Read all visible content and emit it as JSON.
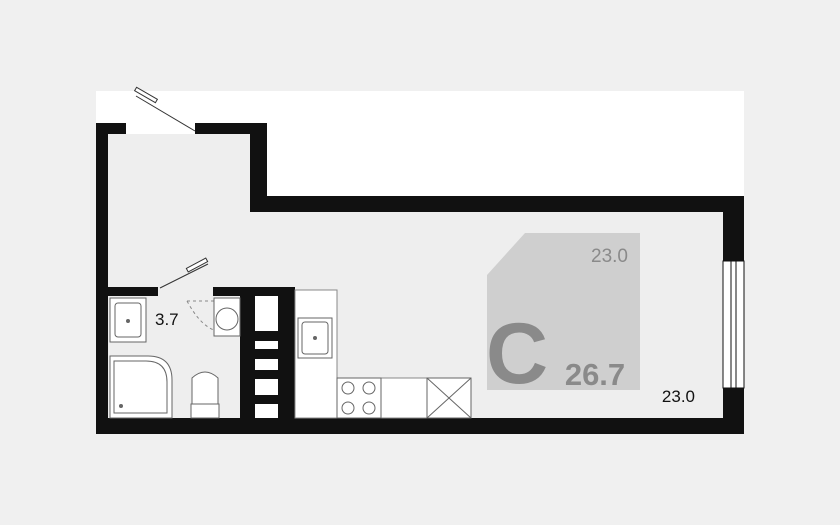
{
  "plan": {
    "type_letter": "С",
    "total_area": "26.7",
    "living_area": "23.0",
    "room_area": "23.0",
    "bathroom_area": "3.7"
  },
  "colors": {
    "background": "#f0f0f0",
    "canvas": "#ffffff",
    "floor": "#eeeeee",
    "wall": "#111111",
    "highlight": "#cfcfcf",
    "label_gray": "#8a8a8a",
    "text": "#111111"
  }
}
